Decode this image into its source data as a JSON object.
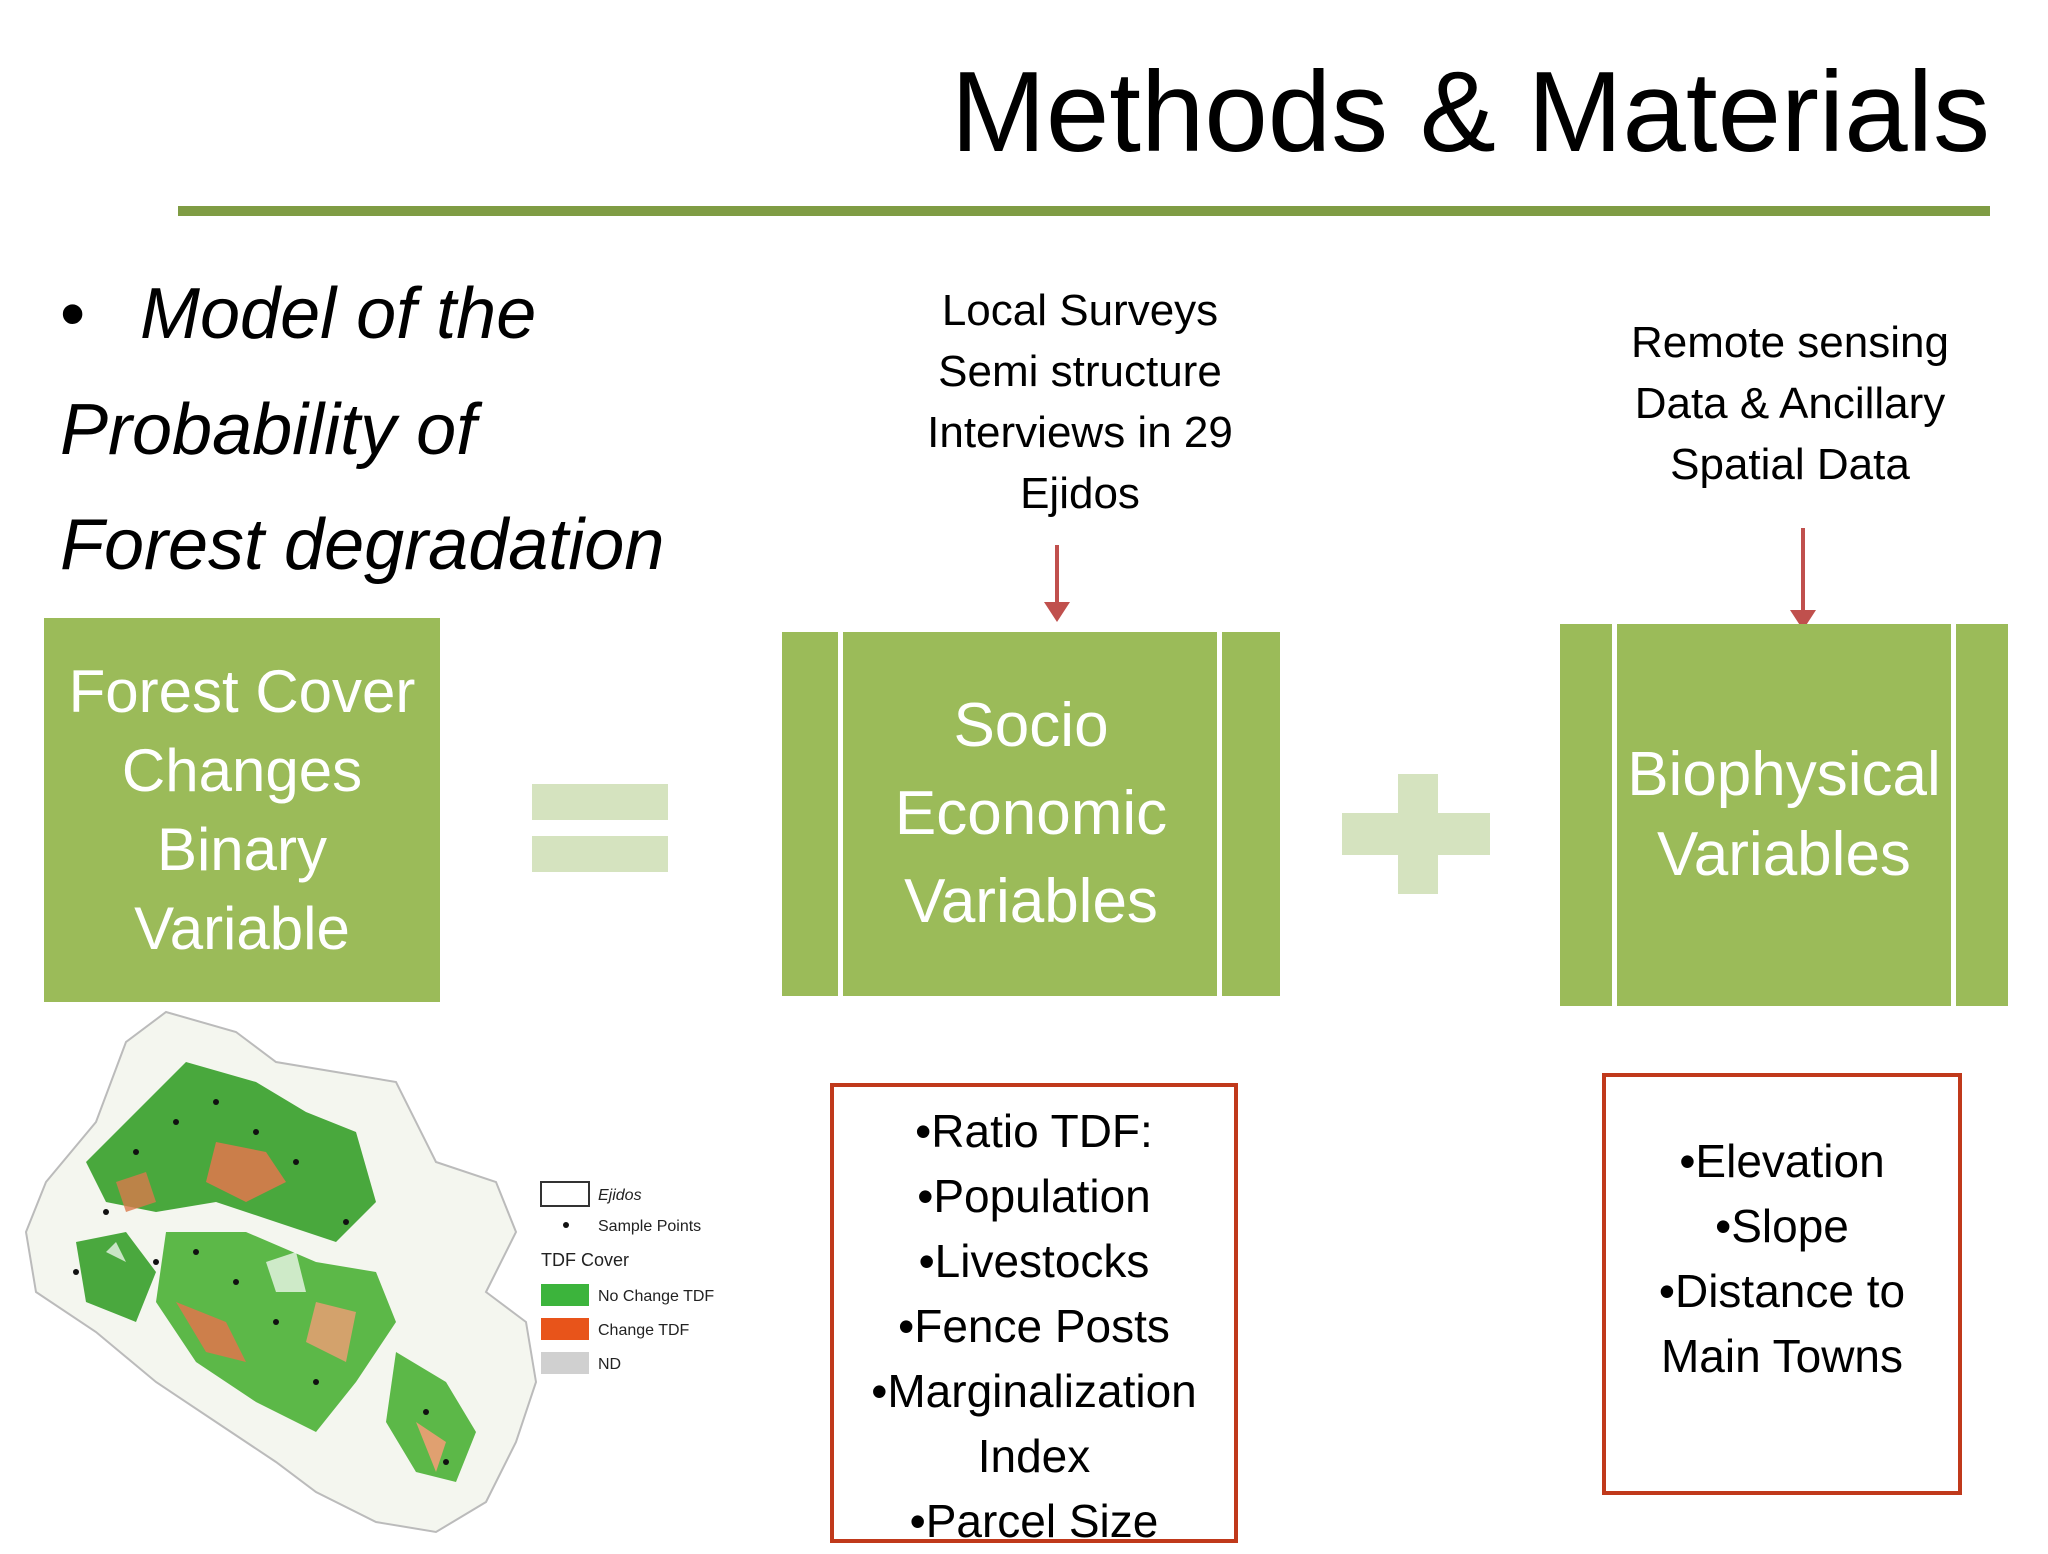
{
  "slide": {
    "title": "Methods & Materials",
    "bullet": {
      "marker": "•",
      "line1": "Model of the",
      "line2": "Probability of",
      "line3": "Forest degradation"
    },
    "source_socio": "Local Surveys\nSemi structure\nInterviews in  29\nEjidos",
    "source_bio": "Remote sensing\nData & Ancillary\nSpatial Data",
    "box_forest": "Forest Cover\nChanges\nBinary\nVariable",
    "box_socio": "Socio\nEconomic\nVariables",
    "box_bio": "Biophysical\nVariables",
    "socio_list": "•Ratio TDF:\n•Population\n•Livestocks\n•Fence Posts\n•Marginalization\nIndex\n•Parcel Size",
    "bio_list": "•Elevation\n•Slope\n•Distance to\nMain Towns"
  },
  "map": {
    "legend": {
      "ejidos": "Ejidos",
      "sample_points": "Sample Points",
      "header": "TDF Cover",
      "no_change": "No Change TDF",
      "change": "Change TDF",
      "nd": "ND"
    },
    "colors": {
      "no_change": "#3cb43c",
      "change": "#e8541a",
      "nd": "#d0d0d0"
    }
  },
  "colors": {
    "accent_green": "#9bbb59",
    "rule": "#7f9c44",
    "light_green": "#d5e3bf",
    "arrow_red": "#c0504d",
    "box_red": "#c0391b"
  }
}
